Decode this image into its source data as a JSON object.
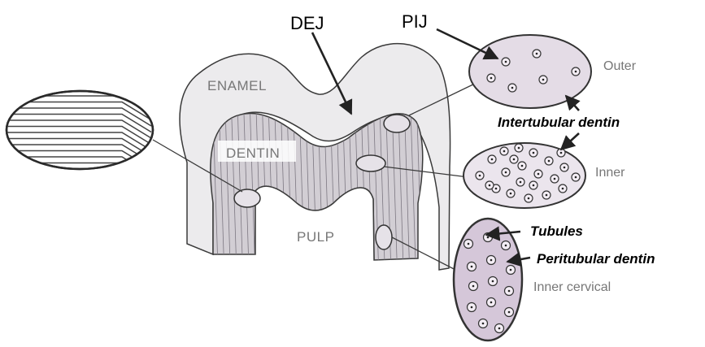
{
  "labels": {
    "dej": "DEJ",
    "pij": "PIJ",
    "enamel": "ENAMEL",
    "dentin": "DENTIN",
    "pulp": "PULP",
    "outer": "Outer",
    "intertubular": "Intertubular dentin",
    "inner": "Inner",
    "tubules": "Tubules",
    "peritubular": "Peritubular dentin",
    "inner_cervical": "Inner cervical"
  },
  "colors": {
    "enamel_fill": "#ecebed",
    "dentin_fill": "#d2ced4",
    "lens_fill": "#e4dce6",
    "cervical_fill": "#d5c7d9",
    "line": "#3a3a3a",
    "arrow": "#222222"
  },
  "icons": {
    "tubule": "ringed-dot",
    "arrow": "arrowhead-line"
  }
}
